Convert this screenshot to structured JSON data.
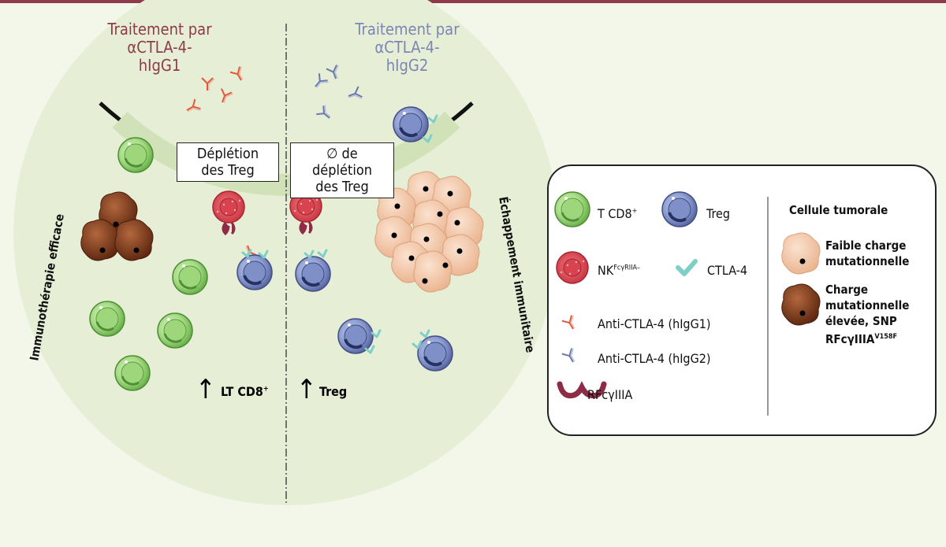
{
  "diagram": {
    "left": {
      "title_line1": "Traitement par",
      "title_line2": "αCTLA-4-",
      "title_line3": "hIgG1",
      "box_line1": "Déplétion",
      "box_line2": "des Treg",
      "arrow_label": "LT CD8",
      "arrow_label_sup": "+",
      "side_label": "Immunothérapie efficace"
    },
    "right": {
      "title_line1": "Traitement par",
      "title_line2": "αCTLA-4-",
      "title_line3": "hIgG2",
      "box_line1": "∅ de déplétion",
      "box_line2": "des Treg",
      "arrow_label": "Treg",
      "side_label": "Échappement immunitaire"
    },
    "arrow_symbol": "↑"
  },
  "legend": {
    "tcd8": "T CD8",
    "tcd8_sup": "+",
    "treg": "Treg",
    "nk": "NK",
    "nk_sup": "FcγRIIA",
    "nk_sup2": "–",
    "ctla4": "CTLA-4",
    "anti_igg1": "Anti-CTLA-4 (hIgG1)",
    "anti_igg2": "Anti-CTLA-4 (hIgG2)",
    "rfc": "RFcγIIIA",
    "tumor_title": "Cellule tumorale",
    "low_load_line1": "Faible charge",
    "low_load_line2": "mutationnelle",
    "high_load_line1": "Charge",
    "high_load_line2": "mutationnelle",
    "high_load_line3": "élevée, SNP",
    "high_load_line4": "RFcγIIIA",
    "high_load_sup": "V158F"
  },
  "colors": {
    "background": "#f3f7ea",
    "top_bar": "#8f3a4b",
    "circle_fill": "#e6efd6",
    "igg1_red": "#e2583f",
    "igg2_blue": "#6b78b0",
    "tcd8_green": "#a8dc86",
    "treg_blue": "#8f9fd1",
    "nk_red": "#d9434f",
    "ctla4_teal": "#7fcfc9",
    "tumor_low": "#f2c6a4",
    "tumor_high": "#7a3a1c",
    "rfc": "#8e2c47"
  }
}
